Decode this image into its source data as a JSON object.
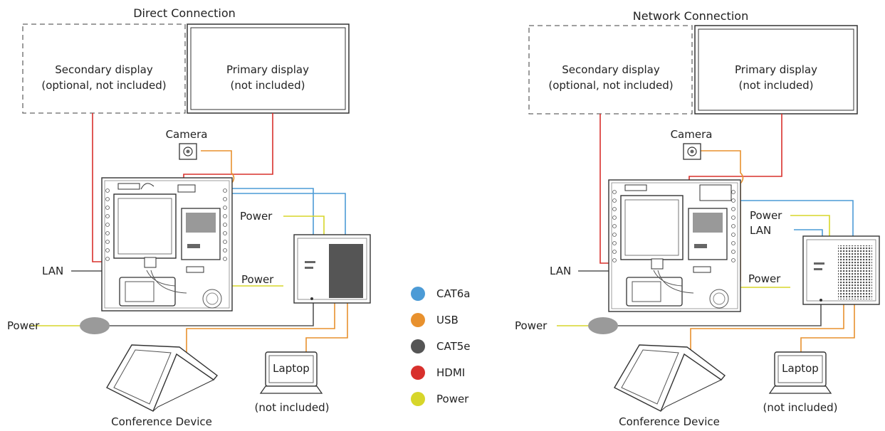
{
  "colors": {
    "cat6a": "#4c9bd6",
    "usb": "#e8912e",
    "cat5e": "#555555",
    "hdmi": "#d8302c",
    "power": "#d7d62a",
    "outline": "#333333"
  },
  "direct": {
    "title": "Direct Connection",
    "secondary_line1": "Secondary display",
    "secondary_line2": "(optional, not included)",
    "primary_line1": "Primary display",
    "primary_line2": "(not included)",
    "camera": "Camera",
    "power_top": "Power",
    "power_mid": "Power",
    "power_left": "Power",
    "lan": "LAN",
    "laptop": "Laptop",
    "laptop_note": "(not included)",
    "conference": "Conference Device"
  },
  "network": {
    "title": "Network Connection",
    "secondary_line1": "Secondary display",
    "secondary_line2": "(optional, not included)",
    "primary_line1": "Primary display",
    "primary_line2": "(not included)",
    "camera": "Camera",
    "power_top": "Power",
    "lan_top": "LAN",
    "power_mid": "Power",
    "power_left": "Power",
    "lan": "LAN",
    "laptop": "Laptop",
    "laptop_note": "(not included)",
    "conference": "Conference Device"
  },
  "legend": [
    {
      "label": "CAT6a",
      "color": "#4c9bd6"
    },
    {
      "label": "USB",
      "color": "#e8912e"
    },
    {
      "label": "CAT5e",
      "color": "#555555"
    },
    {
      "label": "HDMI",
      "color": "#d8302c"
    },
    {
      "label": "Power",
      "color": "#d7d62a"
    }
  ]
}
